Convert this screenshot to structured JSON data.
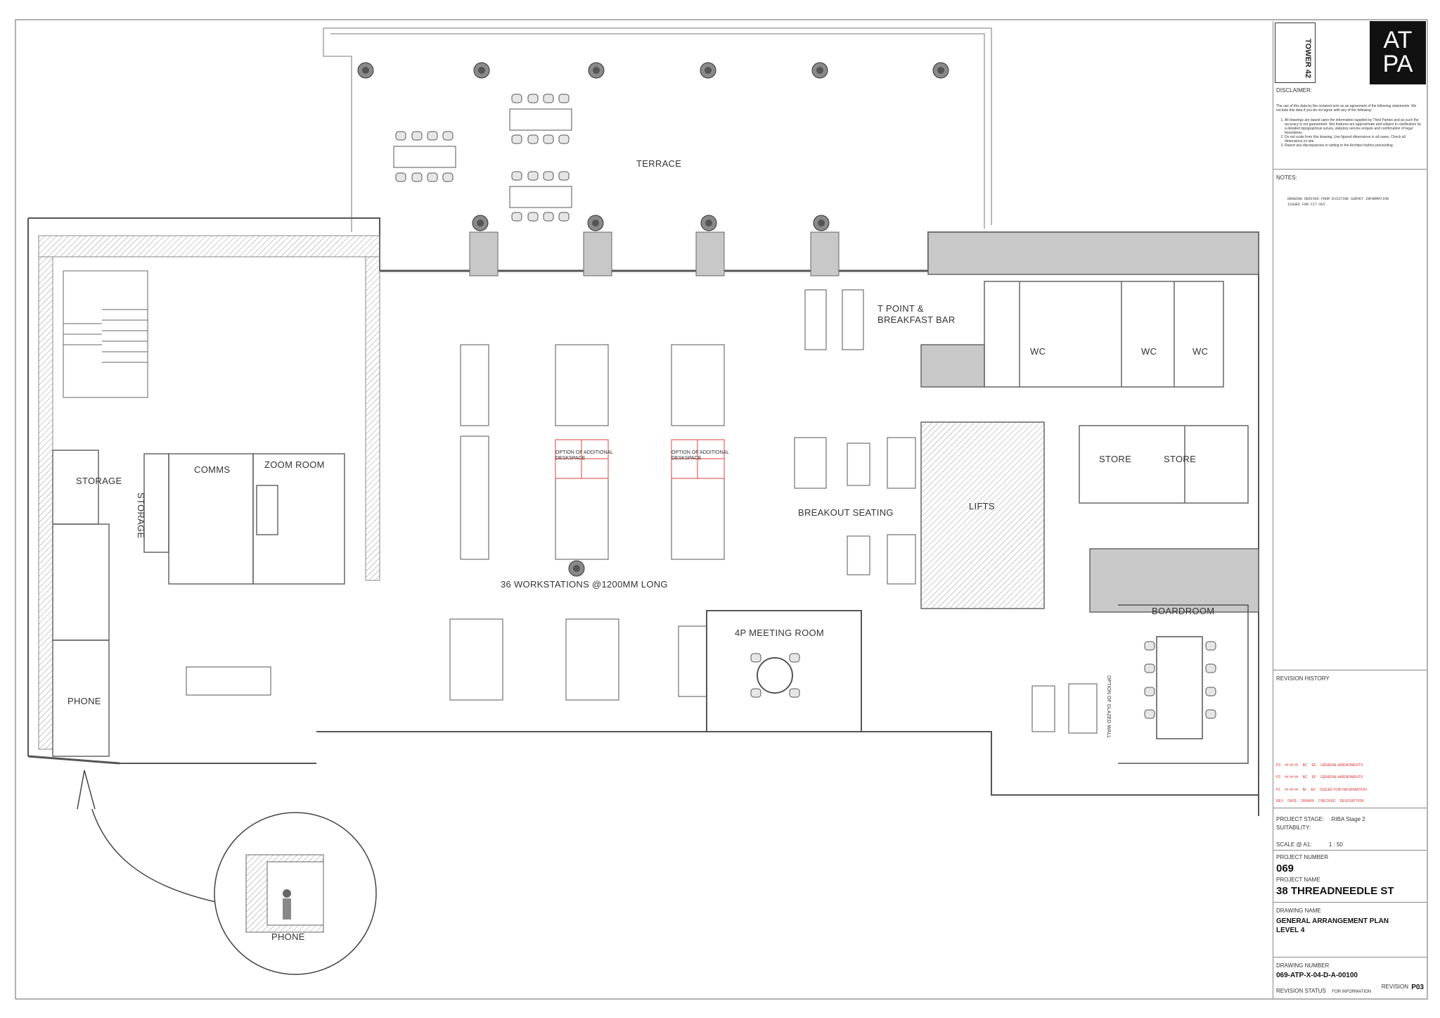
{
  "rooms": {
    "terrace": "TERRACE",
    "tpoint_line1": "T POINT &",
    "tpoint_line2": "BREAKFAST BAR",
    "wc1": "WC",
    "wc2": "WC",
    "wc3": "WC",
    "store1": "STORE",
    "store2": "STORE",
    "lifts": "LIFTS",
    "breakout": "BREAKOUT SEATING",
    "storage": "STORAGE",
    "storage_vertical": "STORAGE",
    "comms": "COMMS",
    "zoom_room": "ZOOM ROOM",
    "workstations": "36 WORKSTATIONS @1200MM LONG",
    "option1_line1": "OPTION OF ADDITIONAL",
    "option1_line2": "DESKSPACE",
    "option2_line1": "OPTION OF ADDITIONAL",
    "option2_line2": "DESKSPACE",
    "meeting_4p": "4P MEETING ROOM",
    "boardroom": "BOARDROOM",
    "glazed_wall": "OPTION OF GLAZED WALL",
    "phone": "PHONE",
    "phone_detail": "PHONE"
  },
  "title_block": {
    "logo_text": "TOWER 42",
    "atpa_line1": "AT",
    "atpa_line2": "PA",
    "disclaimer_title": "DISCLAIMER:",
    "disclaimer_intro": "The use of this data by the recipient acts as an agreement of the following statements. We exclude this data if you do not agree with any of the following:",
    "disclaimer_items": [
      "All drawings are based upon the information supplied by Third Parties and as such the accuracy is not guaranteed. Site features are approximate and subject to clarification by a detailed topographical survey, statutory service enquire and confirmation of legal boundaries.",
      "Do not scale from this drawing. Use figured dimensions in all cases. Check all dimensions on site.",
      "Report any discrepancies in writing to the Architect before proceeding."
    ],
    "notes_title": "NOTES:",
    "notes_line1": "DRAWING DERIVED FROM EXISTING SURVEY INFORMATION",
    "notes_line2": "ISSUED FOR FIT-OUT.",
    "revision_history_title": "REVISION HISTORY",
    "revisions": [
      [
        "P3",
        "## ## ##",
        "BC",
        "EF",
        "GENERAL AMENDMENTS"
      ],
      [
        "P2",
        "## ## ##",
        "BC",
        "EF",
        "GENERAL AMENDMENTS"
      ],
      [
        "P1",
        "## ## ##",
        "BL",
        "EF",
        "ISSUED FOR INFORMATION"
      ]
    ],
    "revision_header": [
      "REV",
      "DATE",
      "DRAWN",
      "CHECKED",
      "DESCRIPTION"
    ],
    "project_stage_label": "PROJECT STAGE:",
    "project_stage_value": "RIBA Stage 2",
    "suitability_label": "SUITABILITY:",
    "scale_label": "SCALE @ A1:",
    "scale_value": "1 : 50",
    "project_number_label": "PROJECT NUMBER",
    "project_number": "069",
    "project_name_label": "PROJECT NAME",
    "project_name": "38 THREADNEEDLE ST",
    "drawing_name_label": "DRAWING NAME",
    "drawing_name_line1": "GENERAL ARRANGEMENT PLAN",
    "drawing_name_line2": "LEVEL 4",
    "drawing_number_label": "DRAWING NUMBER",
    "drawing_number": "069-ATP-X-04-D-A-00100",
    "revision_status_label": "REVISION STATUS",
    "revision_status_value": "FOR INFORMATION",
    "revision_label": "REVISION",
    "revision_value": "P03"
  },
  "colors": {
    "wall_fill": "#c8c8c8",
    "line": "#555555",
    "option_red": "#e04040",
    "revision_red": "#dd3344"
  }
}
